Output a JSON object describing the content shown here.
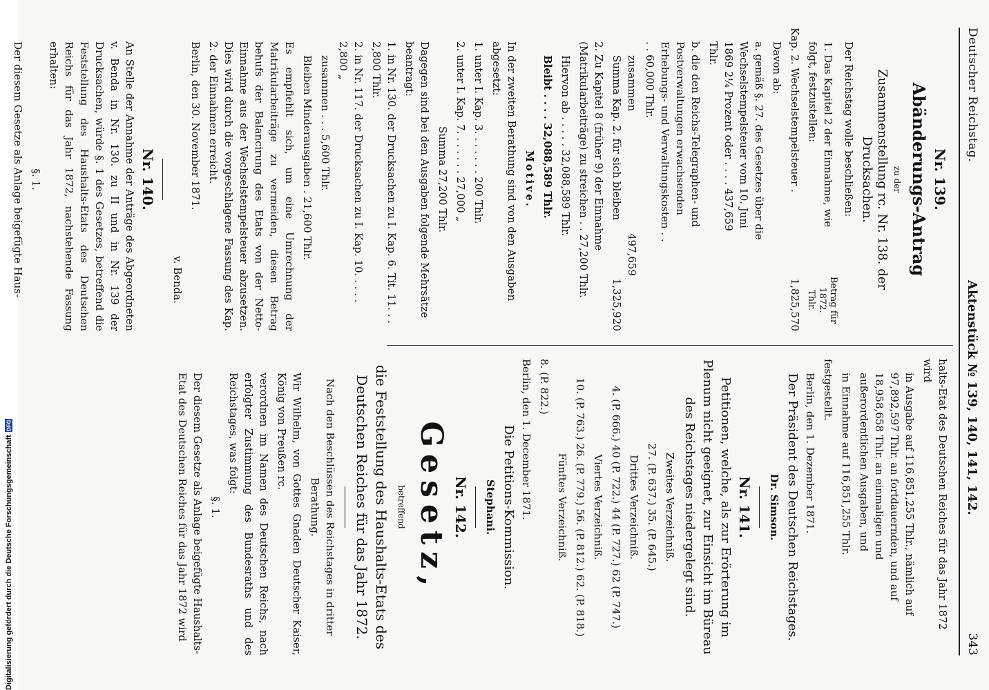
{
  "sidebar": {
    "text": "Digitalisierung gefördert durch die Deutsche Forschungsgemeinschaft",
    "logo": "DFG"
  },
  "header": {
    "left": "Deutscher Reichstag.",
    "middle": "Aktenstück № 139, 140, 141, 142.",
    "page": "343"
  },
  "left": {
    "nr139": "Nr. 139.",
    "title1": "Abänderungs-Antrag",
    "zu": "zu der",
    "title2": "Zusammenstellung rc. Nr. 138. der Drucksachen.",
    "intro": "Der Reichstag wolle beschließen:",
    "p1": "1. Das Kapitel 2 der Einnahme, wie folgt, festzustellen:",
    "col_head": "Betrag für 1872.",
    "col_unit": "Thlr.",
    "kap2": "Kap. 2. Wechselstempelsteuer .",
    "kap2_amt": "1,825,570",
    "davon": "Davon ab:",
    "a_text": "a. gemäß §. 27. des Gesetzes über die Wechselstempelsteuer vom 10. Juni 1869 2¼ Prozent oder . . . . 437,659 Thlr.",
    "b_text": "b. die den Reichs-Telegraphen- und Postverwaltungen erwachsenden Erhebungs- und Verwaltungskosten . . . . 60,000 Thlr.",
    "zusammen": "zusammen",
    "zusammen_amt": "497,659",
    "summa_kap2": "Summa Kap. 2. für sich bleiben",
    "summa_kap2_amt": "1,325,920",
    "p2": "2. Zu Kapitel 8 (früher 9) der Einnahme (Matrikularbeiträge) zu streichen . . 27,200 Thlr.",
    "hiervon": "Hiervon ab . . . . . 32,088,589 Thlr.",
    "bleibt": "Bleibt . . . . 32,088,589 Thlr.",
    "motive": "Motive.",
    "m1": "In der zweiten Berathung sind von den Ausgaben abgesetzt:",
    "m1a": "1. unter I. Kap. 3. . . . . . . 200 Thlr.",
    "m1b": "2. unter I. Kap. 7. . . . . . . 27,000 „",
    "summa": "Summa 27,200 Thlr.",
    "m2": "Dagegen sind bei den Ausgaben folgende Mehrsätze beantragt:",
    "m2a": "1. in Nr. 130. der Drucksachen zu I. Kap. 6. Tit. 11. . . 2,800 Thlr.",
    "m2b": "2. in Nr. 117. der Drucksachen zu I. Kap. 10. . . . . 2,800 „",
    "m2_zus": "zusammen . . . 5,600 Thlr.",
    "minder": "Bleiben Minderausgaben . 21,600 Thlr.",
    "m3": "Es empfiehlt sich, um eine Umrechnung der Matrikularbeiträge zu vermeiden, diesen Betrag behufs der Balancirung des Etats von der Netto-Einnahme aus der Wechselstempelsteuer abzusetzen. Dies wird durch die vorgeschlagene Fassung des Kap. 2. der Einnahmen erreicht.",
    "ort": "Berlin, den 30. November 1871.",
    "name": "v. Benda.",
    "nr140": "Nr. 140.",
    "n140": "An Stelle der Annahme der Anträge des Abgeordneten v. Benda in Nr. 130. zu II und in Nr. 139 der Drucksachen, würde §. 1 des Gesetzes, betreffend die Feststellung des Haushalts-Etats des Deutschen Reichs für das Jahr 1872, nachstehende Fassung erhalten:",
    "par": "§. 1.",
    "n140b": "Der diesem Gesetze als Anlage beigefügte Haus-"
  },
  "right": {
    "r1": "halts-Etat des Deutschen Reiches für das Jahr 1872 wird",
    "r2": "in Ausgabe auf 116,851,255 Thlr., nämlich auf 97,892,597 Thlr. an fortdauernden, und auf 18,958,658 Thlr. an einmaligen und außerordentlichen Ausgaben, und",
    "r3": "in Einnahme auf 116,851,255 Thlr.",
    "r4": "festgestellt.",
    "ort": "Berlin, den 1. Dezember 1871.",
    "praes": "Der Präsident des Deutschen Reichstages.",
    "name": "Dr. Simson.",
    "nr141": "Nr. 141.",
    "n141": "Petitionen, welche, als zur Erörterung im Plenum nicht geeignet, zur Einsicht im Büreau des Reichstages niedergelegt sind.",
    "v2": "Zweites Verzeichniß.",
    "v2t": "27. (P. 637.) 35. (P. 645.)",
    "v3": "Drittes Verzeichniß.",
    "v3t": "4. (P. 666.) 40 (P. 722.) 44 (P. 727.) 62 (P. 747.)",
    "v4": "Viertes Verzeichniß.",
    "v4t": "10. (P. 763.) 26. (P. 779.) 56. (P. 812.) 62. (P. 818.)",
    "v5": "Fünftes Verzeichniß.",
    "v5t": "8. (P. 822.)",
    "ort2": "Berlin, den 1. December 1871.",
    "komm": "Die Petitions-Kommission.",
    "komm_name": "Stephani.",
    "nr142": "Nr. 142.",
    "gesetz": "Gesetz,",
    "betr": "betreffend",
    "gtitle": "die Feststellung des Haushalts-Etats des Deutschen Reiches für das Jahr 1872.",
    "nach": "Nach den Beschlüssen des Reichstages in dritter Berathung.",
    "wir": "Wir Wilhelm, von Gottes Gnaden Deutscher Kaiser, König von Preußen rc.",
    "verord": "verordnen im Namen des Deutschen Reichs, nach erfolgter Zustimmung des Bundesraths und des Reichstages, was folgt:",
    "par": "§. 1.",
    "last": "Der diesem Gesetze als Anlage beigefügte Haushalts-Etat des Deutschen Reiches für das Jahr 1872 wird"
  }
}
